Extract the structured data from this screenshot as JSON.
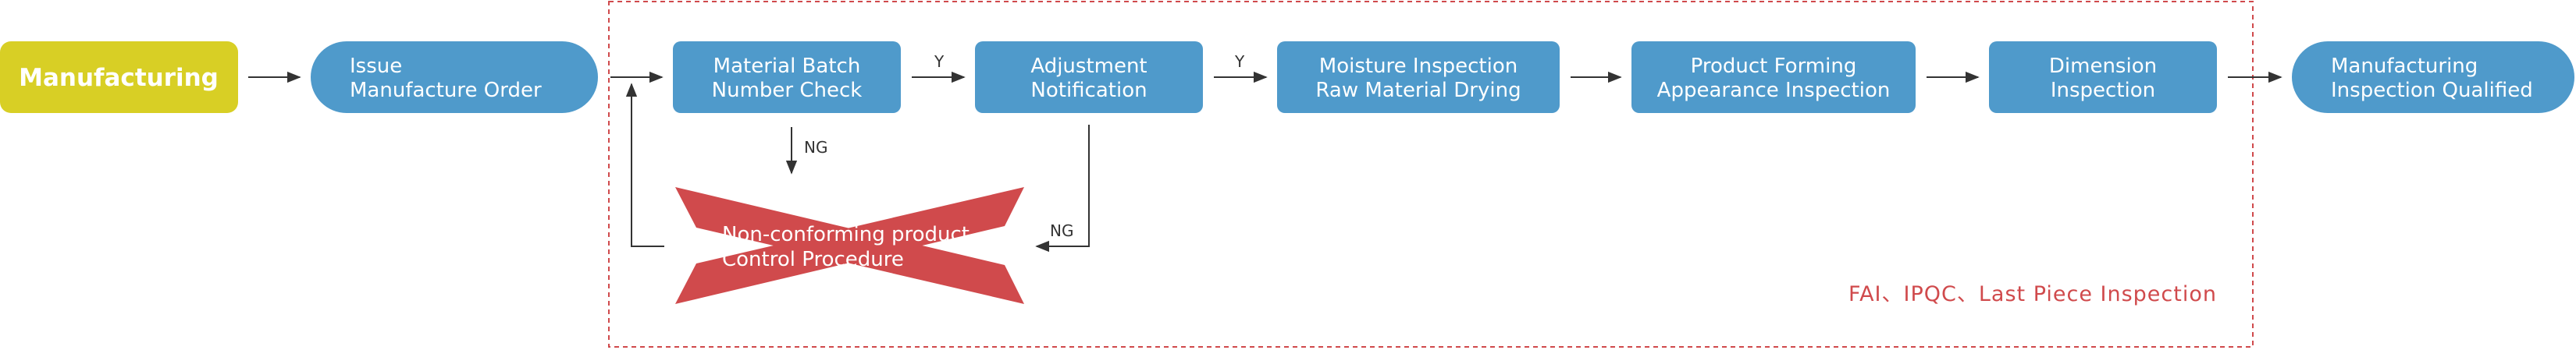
{
  "colors": {
    "start_box": "#d8cf25",
    "process_box": "#4f9acb",
    "reject_shape": "#d04a4c",
    "arrow": "#333333",
    "region_border": "#d04a4c"
  },
  "start": {
    "label": "Manufacturing"
  },
  "steps": {
    "issue_order": {
      "line1": "Issue",
      "line2": "Manufacture Order"
    },
    "batch_check": {
      "line1": "Material Batch",
      "line2": "Number Check"
    },
    "adjustment": {
      "line1": "Adjustment",
      "line2": "Notification"
    },
    "moisture": {
      "line1": "Moisture Inspection",
      "line2": "Raw Material Drying"
    },
    "forming": {
      "line1": "Product Forming",
      "line2": "Appearance Inspection"
    },
    "dimension": {
      "line1": "Dimension",
      "line2": "Inspection"
    },
    "qualified": {
      "line1": "Manufacturing",
      "line2": "Inspection Qualified"
    }
  },
  "reject": {
    "line1": "Non-conforming product",
    "line2": "Control Procedure",
    "icon": "x-cross-icon"
  },
  "labels": {
    "yes_1": "Y",
    "yes_2": "Y",
    "ng_batch": "NG",
    "ng_adjust": "NG"
  },
  "inspection_note": "FAI、IPQC、Last Piece Inspection"
}
